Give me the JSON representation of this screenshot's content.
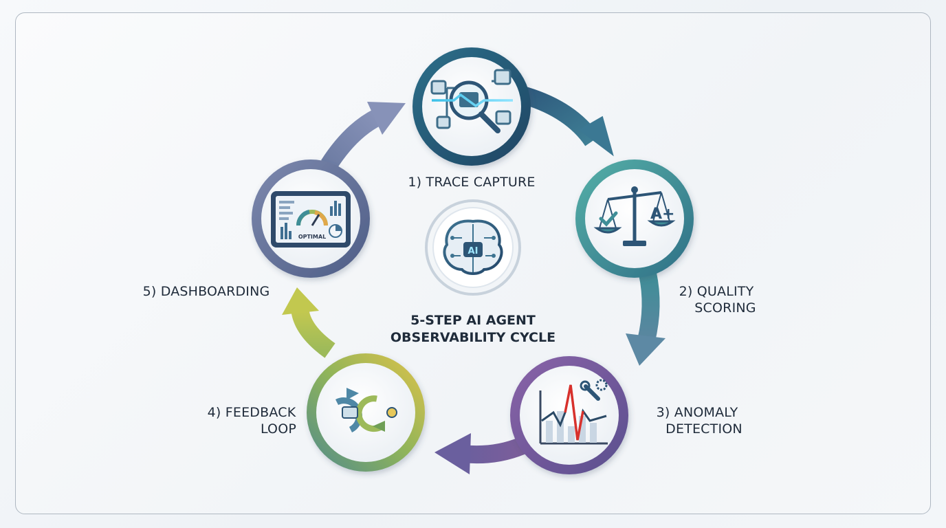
{
  "diagram": {
    "center": {
      "title_line1": "5-STEP AI AGENT",
      "title_line2": "OBSERVABILITY CYCLE",
      "icon": "brain-circuit-icon",
      "chip_label": "AI"
    },
    "steps": [
      {
        "label_line1": "1) TRACE CAPTURE",
        "label_line2": "",
        "icon": "trace-magnifier-icon",
        "color": "#2f5f7f"
      },
      {
        "label_line1": "2) QUALITY",
        "label_line2": "SCORING",
        "icon": "balance-scale-icon",
        "color": "#3f8e97",
        "badge": "A+"
      },
      {
        "label_line1": "3) ANOMALY",
        "label_line2": "DETECTION",
        "icon": "anomaly-chart-icon",
        "color": "#6a5a93"
      },
      {
        "label_line1": "4) FEEDBACK",
        "label_line2": "LOOP",
        "icon": "feedback-loop-icon",
        "color": "#8ba957"
      },
      {
        "label_line1": "5) DASHBOARDING",
        "label_line2": "",
        "icon": "dashboard-tablet-icon",
        "color": "#5b6a93",
        "gauge_label": "OPTIMAL"
      }
    ]
  }
}
